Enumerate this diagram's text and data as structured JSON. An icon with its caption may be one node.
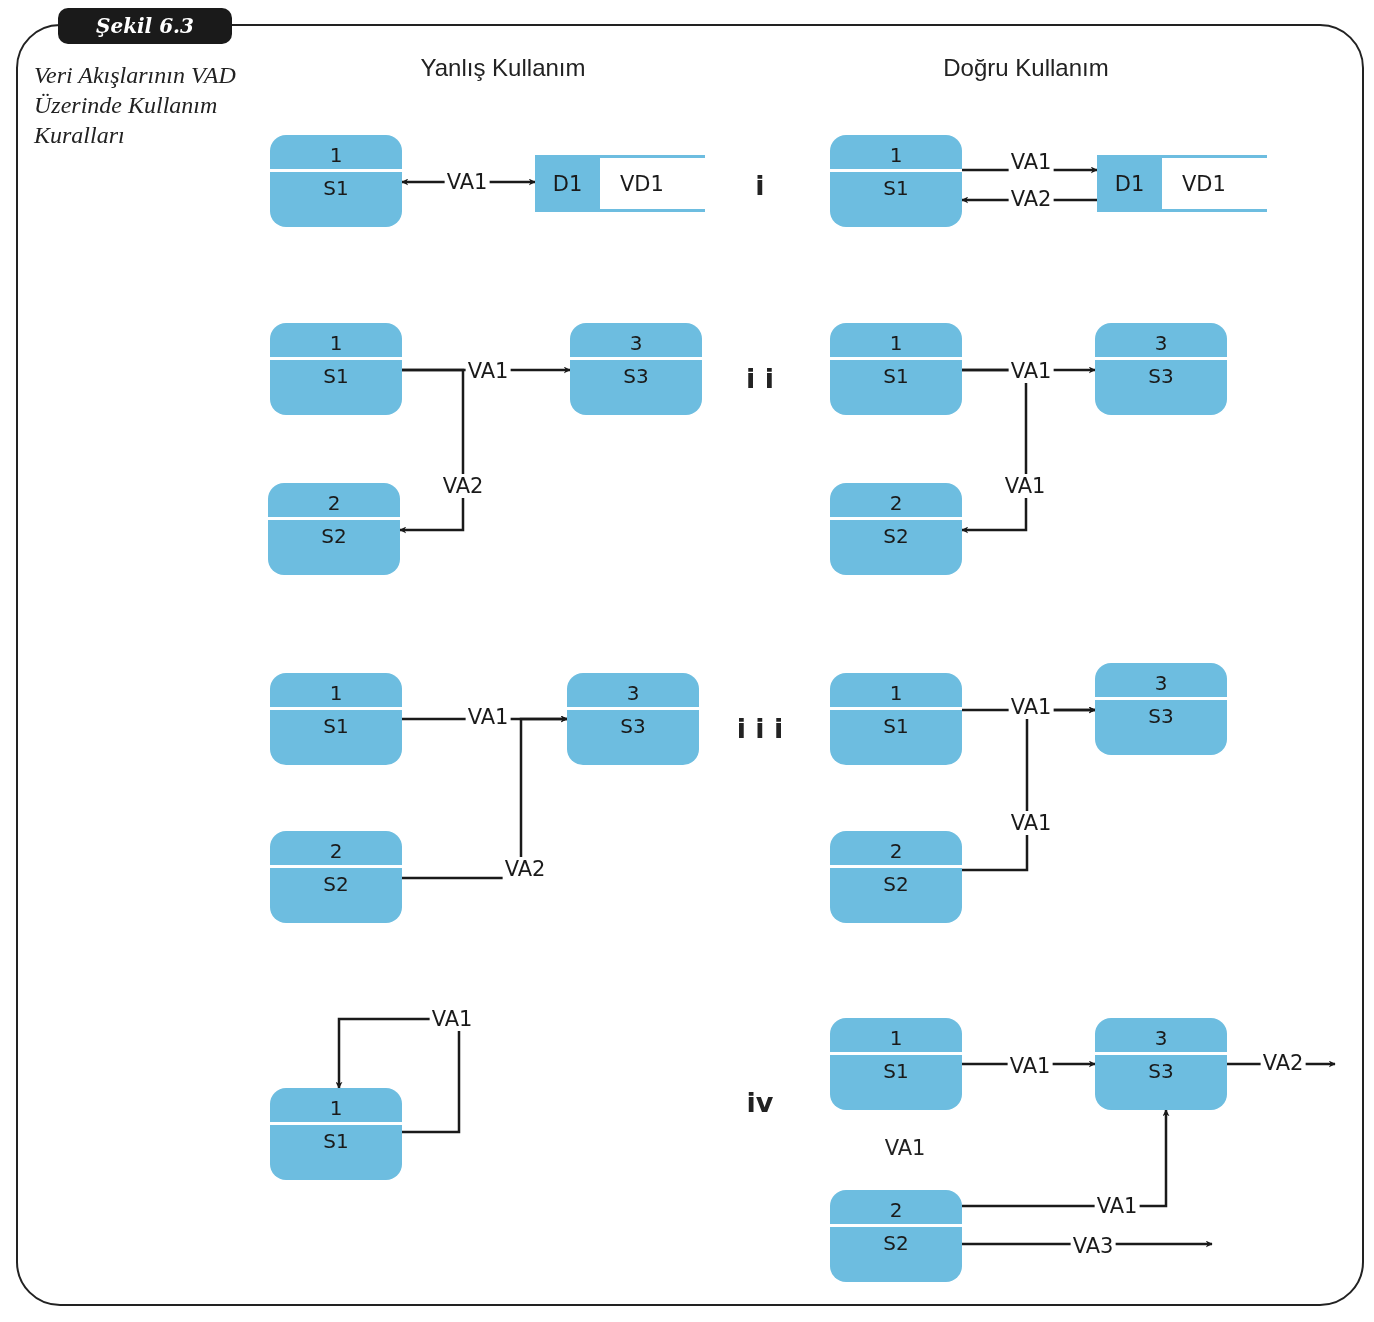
{
  "diagram": {
    "title": "Veri Akışlarının VAD Üzerinde Kullanım Kuralları",
    "nodes": [
      {
        "text": [
          "1",
          "S1"
        ]
      },
      {
        "text": [
          "D1",
          "VD1"
        ]
      },
      {
        "text": [
          "1",
          "S1"
        ]
      },
      {
        "text": [
          "D1",
          "VD1"
        ]
      },
      {
        "text": [
          "1",
          "S1"
        ]
      },
      {
        "text": [
          "3",
          "S3"
        ]
      },
      {
        "text": [
          "2",
          "S2"
        ]
      },
      {
        "text": [
          "1",
          "S1"
        ]
      },
      {
        "text": [
          "3",
          "S3"
        ]
      },
      {
        "text": [
          "2",
          "S2"
        ]
      },
      {
        "text": [
          "1",
          "S1"
        ]
      },
      {
        "text": [
          "3",
          "S3"
        ]
      },
      {
        "text": [
          "2",
          "S2"
        ]
      },
      {
        "text": [
          "1",
          "S1"
        ]
      },
      {
        "text": [
          "3",
          "S3"
        ]
      },
      {
        "text": [
          "2",
          "S2"
        ]
      },
      {
        "text": [
          "1",
          "S1"
        ]
      },
      {
        "text": [
          "1",
          "S1"
        ]
      },
      {
        "text": [
          "3",
          "S3"
        ]
      },
      {
        "text": [
          "2",
          "S2"
        ]
      }
    ],
    "edges": [
      {
        "from": 0,
        "to": 1,
        "arrow": "both",
        "label": "VA1"
      },
      {
        "from": 2,
        "to": 3,
        "arrow": "to",
        "label": "VA1"
      },
      {
        "from": 3,
        "to": 2,
        "arrow": "to",
        "label": "VA2"
      },
      {
        "from": 4,
        "to": 5,
        "arrow": "to",
        "label": "VA1"
      },
      {
        "from": 4,
        "to": 6,
        "arrow": "to",
        "label": "VA2"
      },
      {
        "from": 7,
        "to": 8,
        "arrow": "to",
        "label": "VA1"
      },
      {
        "from": 7,
        "to": 9,
        "arrow": "to",
        "label": "VA1"
      },
      {
        "from": 10,
        "to": 11,
        "arrow": "to",
        "label": "VA1"
      },
      {
        "from": 12,
        "to": 11,
        "arrow": "to",
        "label": "VA2"
      },
      {
        "from": 13,
        "to": 14,
        "arrow": "to",
        "label": "VA1"
      },
      {
        "from": 15,
        "to": 14,
        "arrow": "to",
        "label": "VA1"
      },
      {
        "from": 16,
        "to": 16,
        "arrow": "to",
        "label": "VA1"
      },
      {
        "from": 17,
        "to": 18,
        "arrow": "to",
        "label": "VA1"
      },
      {
        "from": 18,
        "to": null,
        "arrow": "to",
        "label": "VA2"
      },
      {
        "from": 19,
        "to": 18,
        "arrow": "to",
        "label": "VA1"
      },
      {
        "from": 19,
        "to": null,
        "arrow": "to",
        "label": "VA3"
      }
    ],
    "labels": [
      "Şekil 6.3",
      "Yanlış Kullanım",
      "Doğru Kullanım",
      "i",
      "i i",
      "i i i",
      "iv",
      "VA1"
    ]
  }
}
